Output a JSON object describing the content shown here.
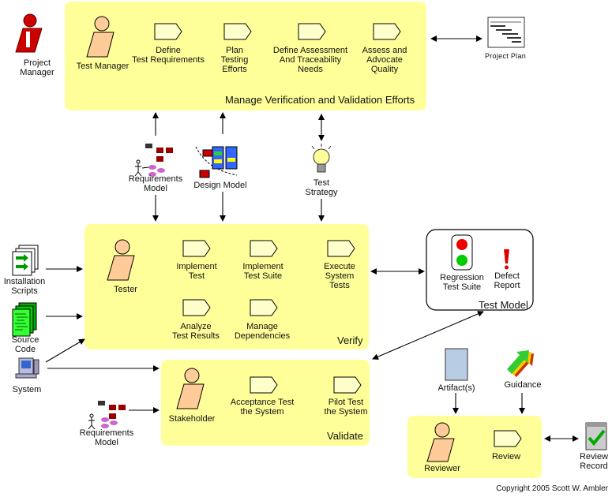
{
  "diagram": {
    "manage": {
      "title": "Manage Verification and Validation Efforts",
      "role": "Test Manager",
      "activities": [
        "Define\nTest Requirements",
        "Plan\nTesting\nEfforts",
        "Define Assessment\nAnd Traceability\nNeeds",
        "Assess and\nAdvocate\nQuality"
      ]
    },
    "verify": {
      "title": "Verify",
      "role": "Tester",
      "activities": [
        "Implement\nTest",
        "Implement\nTest Suite",
        "Execute\nSystem\nTests",
        "Analyze\nTest Results",
        "Manage\nDependencies"
      ]
    },
    "validate": {
      "title": "Validate",
      "role": "Stakeholder",
      "activities": [
        "Acceptance Test\nthe System",
        "Pilot Test\nthe System"
      ]
    },
    "review": {
      "role": "Reviewer",
      "activity": "Review"
    },
    "test_model": {
      "title": "Test Model",
      "items": [
        "Regression\nTest Suite",
        "Defect\nReport"
      ]
    },
    "artifacts": {
      "project_manager": "Project\nManager",
      "project_plan": "Project Plan",
      "requirements_model": "Requirements\nModel",
      "design_model": "Design Model",
      "test_strategy": "Test\nStrategy",
      "installation_scripts": "Installation\nScripts",
      "source_code": "Source Code",
      "system": "System",
      "requirements_model_2": "Requirements\nModel",
      "artifacts": "Artifact(s)",
      "guidance": "Guidance",
      "review_record": "Review\nRecord"
    },
    "copyright": "Copyright 2005 Scott W. Ambler",
    "colors": {
      "box_fill": "#ffff99",
      "role_fill": "#ffcc99",
      "activity_fill": "#ffffcc",
      "manager_red": "#cc0000",
      "artifact_blue": "#b8cce4"
    }
  }
}
